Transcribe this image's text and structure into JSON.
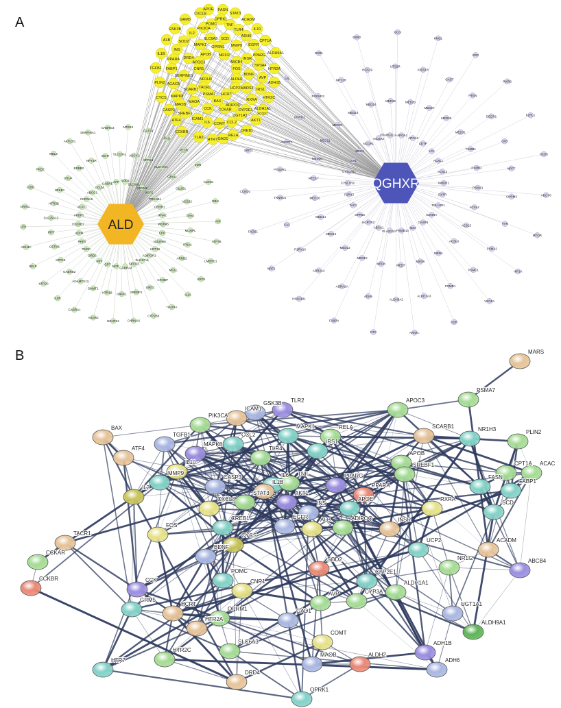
{
  "panel_a": {
    "letter": "A",
    "hub_left": "ALD",
    "hub_right": "QGHXR",
    "shared_targets": [
      "CXCL8",
      "APOE",
      "FASN",
      "STAT3",
      "GRM5",
      "OPRK1",
      "ACADM",
      "PIK3CA",
      "POMC",
      "TNF",
      "TLR4",
      "IL10",
      "GSK3B",
      "IL2",
      "SLC6A3",
      "SCD",
      "ADH6",
      "CPT1A",
      "ALB",
      "SOD2",
      "MAPK1",
      "OPRM1",
      "MMP9",
      "EGFR",
      "ALDH9A1",
      "INS",
      "IL1B",
      "PPARA",
      "DRD4",
      "APOB",
      "NR1I2",
      "ABCB4",
      "INSR",
      "PPARG",
      "APOC3",
      "TGFB1",
      "FABP1",
      "CNR1",
      "FOS",
      "CYP3A4",
      "HTR2A",
      "SERPINE1",
      "NR1H3",
      "BDNF",
      "ALDH2",
      "AVP",
      "ADH1B",
      "PLIN2",
      "ACACB",
      "TACR1",
      "UCP2",
      "MARS1",
      "IRS1",
      "SCARB1",
      "PSMA7",
      "HCRT",
      "CYCS",
      "MAPK8",
      "HTR2C",
      "MAOB",
      "MAOA",
      "BAX",
      "ADIPOQ",
      "RXRA",
      "CASP3",
      "CCK",
      "CCKAR",
      "CYP2E1",
      "ALDH1A1",
      "SREBF1",
      "UGT1A1",
      "ATF4",
      "ICAM1",
      "IL6",
      "COMT",
      "CCL2",
      "AKT1",
      "CREB1",
      "CCKBR",
      "TLR2",
      "HTR7",
      "GAD1",
      "RELA"
    ],
    "ald_targets": [
      "WDR45",
      "CPD",
      "NDUFB9",
      "KRT19",
      "ADIPOR1",
      "SLC17A5",
      "SEC63",
      "GABRA4",
      "NGF",
      "GPT",
      "NPY",
      "DRD3",
      "PNOC",
      "PHF3",
      "ADH4",
      "HSD3B7",
      "FKBP5",
      "ACAT1",
      "CHRNA5",
      "ABCG1",
      "GCLM",
      "GABRE",
      "AFP",
      "SOD1",
      "SLC6A1",
      "NRXN3",
      "XBP1",
      "PRKAB1",
      "CRHR1",
      "IFNA2",
      "IFNA1",
      "ARRB2",
      "MGLL",
      "CRHBP",
      "SIRT2",
      "SREBF2",
      "ANKK1",
      "HTR1B",
      "DNMT1",
      "ADAMTS13",
      "GABRB2",
      "KRT18",
      "GSTM1",
      "IRF7",
      "SLC25A13",
      "HTR3B",
      "NFKB1",
      "CHUK",
      "ERBB2",
      "NPY1R",
      "ADH7",
      "SLC10A1",
      "ADCY1",
      "OPRL1",
      "ALDH7A1",
      "GRIA1",
      "GLUD1",
      "ACSS2",
      "TPH2",
      "MLXIPL",
      "KRT8",
      "IL1A",
      "HADHA",
      "CYP2B6",
      "CHRNA6",
      "NDUFS1",
      "ASGR2",
      "GABRA1",
      "IL6R",
      "KRT20",
      "SELP",
      "ADH1C",
      "LEP",
      "GRIN1",
      "CD81",
      "PKD2",
      "MBL2",
      "AKR1D1",
      "SERPINA1",
      "GABRG3",
      "NTRK2",
      "GATA4",
      "FAS",
      "PECR",
      "VDR",
      "CLDN1",
      "DBH",
      "AIP",
      "ATP7B",
      "LMBRD1"
    ],
    "qghxr_targets": [
      "NMUR1",
      "OXTR",
      "TBL1XR1",
      "EDNRA",
      "CASP8",
      "XDH",
      "PSMD14",
      "PLA2G10",
      "ABCA1",
      "HCRTR2",
      "GPR65",
      "TAC1",
      "P2RY2",
      "CYSLTR2",
      "CYSLTR1",
      "JUN",
      "MED1",
      "NCOA1",
      "NCOA2",
      "PPARGC1A",
      "APOA1",
      "APOA2",
      "CETP",
      "LPL",
      "ACSL1",
      "ACSL3",
      "ACSL4",
      "ACSL5",
      "ACSL6",
      "MED4",
      "MED6",
      "MED7",
      "MED8",
      "MED10",
      "MED12",
      "MED13",
      "MED14",
      "MED16",
      "MED17",
      "MED20",
      "MED21",
      "MED22",
      "MED23",
      "MED24",
      "MED25",
      "MED26",
      "MED27",
      "MED30",
      "MED31",
      "PSMB1",
      "PSMB2",
      "PSMA1",
      "PSMA2",
      "PSMC1",
      "PSMD1",
      "ALDH1A3",
      "ALDH3A2",
      "ADH5",
      "ADRA2A",
      "ADRA1A",
      "P2RY10",
      "CA2",
      "TXNRD1",
      "PTGER1",
      "ANGPT1",
      "GNRH1",
      "PROKR2",
      "NPY2R",
      "RGS19",
      "UTS2R",
      "KISS1R",
      "GAST",
      "PTEN",
      "DECR1",
      "CFB",
      "NPFF",
      "CHRM3",
      "TYR",
      "VEGFA",
      "GSR",
      "ARNTL",
      "NTS",
      "FABP4",
      "HSD11B1",
      "NRF1",
      "FADS1",
      "CCND1",
      "SIRT1",
      "ACOX1",
      "AR",
      "ESR1",
      "ESR2",
      "GCG",
      "KNG1",
      "SRC",
      "RXRB",
      "F2RL1",
      "SCD5",
      "ADCY8",
      "MTOR",
      "HIF1A"
    ]
  },
  "panel_b": {
    "letter": "B",
    "nodes": [
      "MARS",
      "PSMA7",
      "APOC3",
      "GSK3B",
      "TLR2",
      "ICAM1",
      "PIK3CA",
      "BAX",
      "TGFB1",
      "CCL2",
      "MAPK1",
      "RELA",
      "SCARB1",
      "NR1H3",
      "PLIN2",
      "MAPK8",
      "TLR4",
      "IRS1",
      "ATF4",
      "IL10",
      "APOB",
      "SREBF1",
      "CPT1A",
      "ACAC",
      "MMP9",
      "CASP3",
      "IL6",
      "TNF",
      "PPARG",
      "FASN",
      "FABP1",
      "IL2",
      "IL1B",
      "AKT1",
      "STAT3",
      "INS",
      "PPARA",
      "APOE",
      "RXRA",
      "SCD",
      "CXCL8",
      "EGFR",
      "ALB",
      "ADIPOQ",
      "CREB1",
      "INSR",
      "FOS",
      "TACR1",
      "CYCS",
      "BDNF",
      "UCP2",
      "ACADM",
      "CCKAR",
      "SOD2",
      "NR1I2",
      "ABCB4",
      "POMC",
      "CYP2E1",
      "CCK",
      "CNR1",
      "CCKBR",
      "CYP3A",
      "ALDH1A1",
      "AVP",
      "UGT1A1",
      "HCRT",
      "GRM5",
      "GAD1",
      "OPRM1",
      "ALDH9A1",
      "HTR2A",
      "SLC6A3",
      "COMT",
      "HTR2C",
      "ADH1B",
      "ADH6",
      "MAOB",
      "ALDH2",
      "HTR7",
      "DRD4",
      "OPRK1"
    ]
  },
  "colors": {
    "hub_left": "#f2b524",
    "hub_right": "#4e55b8",
    "shared": "#f4ee2c",
    "ald_node": "#cfe8c0",
    "qghxr_node": "#d8d6ee",
    "edge_b": "#2e3a5e"
  }
}
